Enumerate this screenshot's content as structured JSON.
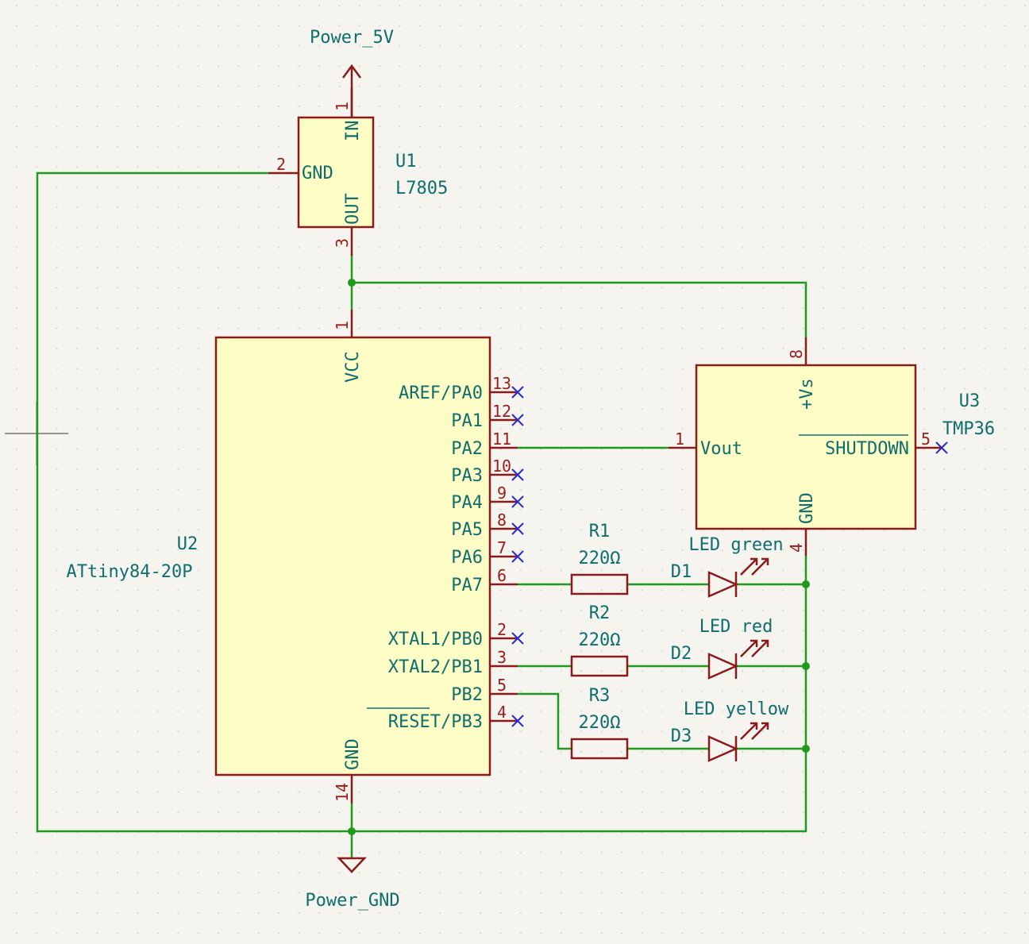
{
  "power": {
    "vcc_label": "Power_5V",
    "gnd_label": "Power_GND"
  },
  "u1": {
    "ref": "U1",
    "value": "L7805",
    "pins": {
      "in_name": "IN",
      "in_num": "1",
      "gnd_name": "GND",
      "gnd_num": "2",
      "out_name": "OUT",
      "out_num": "3"
    }
  },
  "u2": {
    "ref": "U2",
    "value": "ATtiny84-20P",
    "vcc_name": "VCC",
    "vcc_num": "1",
    "gnd_name": "GND",
    "gnd_num": "14",
    "right_pins": [
      {
        "name": "AREF/PA0",
        "num": "13"
      },
      {
        "name": "PA1",
        "num": "12"
      },
      {
        "name": "PA2",
        "num": "11"
      },
      {
        "name": "PA3",
        "num": "10"
      },
      {
        "name": "PA4",
        "num": "9"
      },
      {
        "name": "PA5",
        "num": "8"
      },
      {
        "name": "PA6",
        "num": "7"
      },
      {
        "name": "PA7",
        "num": "6"
      },
      {
        "name": "XTAL1/PB0",
        "num": "2"
      },
      {
        "name": "XTAL2/PB1",
        "num": "3"
      },
      {
        "name": "PB2",
        "num": "5"
      },
      {
        "name": "RESET/PB3",
        "num": "4"
      }
    ]
  },
  "u3": {
    "ref": "U3",
    "value": "TMP36",
    "vs_name": "+Vs",
    "vs_num": "8",
    "vout_name": "Vout",
    "vout_num": "1",
    "shutdown_name": "SHUTDOWN",
    "shutdown_num": "5",
    "gnd_name": "GND",
    "gnd_num": "4"
  },
  "resistors": [
    {
      "ref": "R1",
      "value": "220Ω"
    },
    {
      "ref": "R2",
      "value": "220Ω"
    },
    {
      "ref": "R3",
      "value": "220Ω"
    }
  ],
  "leds": [
    {
      "ref": "D1",
      "value": "LED green"
    },
    {
      "ref": "D2",
      "value": "LED red"
    },
    {
      "ref": "D3",
      "value": "LED yellow"
    }
  ]
}
